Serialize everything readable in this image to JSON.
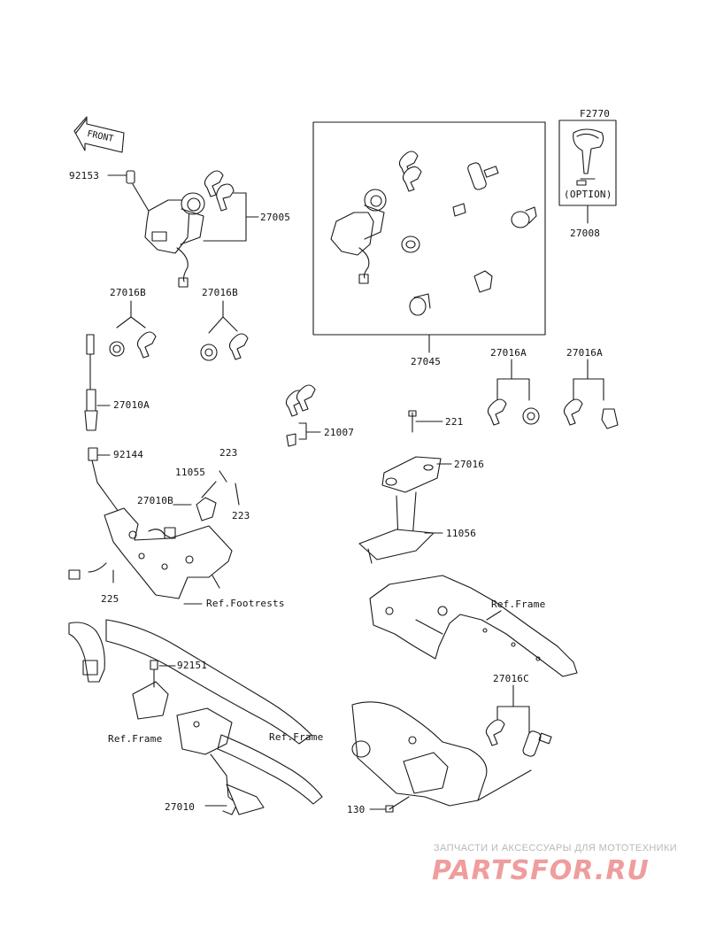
{
  "catalog_code": "F2770",
  "front_arrow": "FRONT",
  "option_text": "(OPTION)",
  "parts": {
    "p92153": "92153",
    "p27005": "27005",
    "p27045": "27045",
    "p27008": "27008",
    "p27016B_left": "27016B",
    "p27016B_right": "27016B",
    "p27010A": "27010A",
    "p92144": "92144",
    "p223_top": "223",
    "p11055": "11055",
    "p27010B": "27010B",
    "p223_bottom": "223",
    "p225": "225",
    "p21007": "21007",
    "p221": "221",
    "p27016": "27016",
    "p11056": "11056",
    "p27016A_left": "27016A",
    "p27016A_right": "27016A",
    "p92151": "92151",
    "p27010": "27010",
    "p27016C": "27016C",
    "p130": "130"
  },
  "refs": {
    "footrests": "Ref.Footrests",
    "frame_right": "Ref.Frame",
    "frame_left": "Ref.Frame",
    "frame_bottom": "Ref.Frame"
  },
  "watermark": {
    "caption": "ЗАПЧАСТИ И АКСЕССУАРЫ ДЛЯ МОТОТЕХНИКИ",
    "logo": "PARTSFOR.RU"
  },
  "colors": {
    "line": "#1a1a1a",
    "watermark_logo": "#ef9d9d",
    "watermark_caption": "#b8b8b8"
  }
}
